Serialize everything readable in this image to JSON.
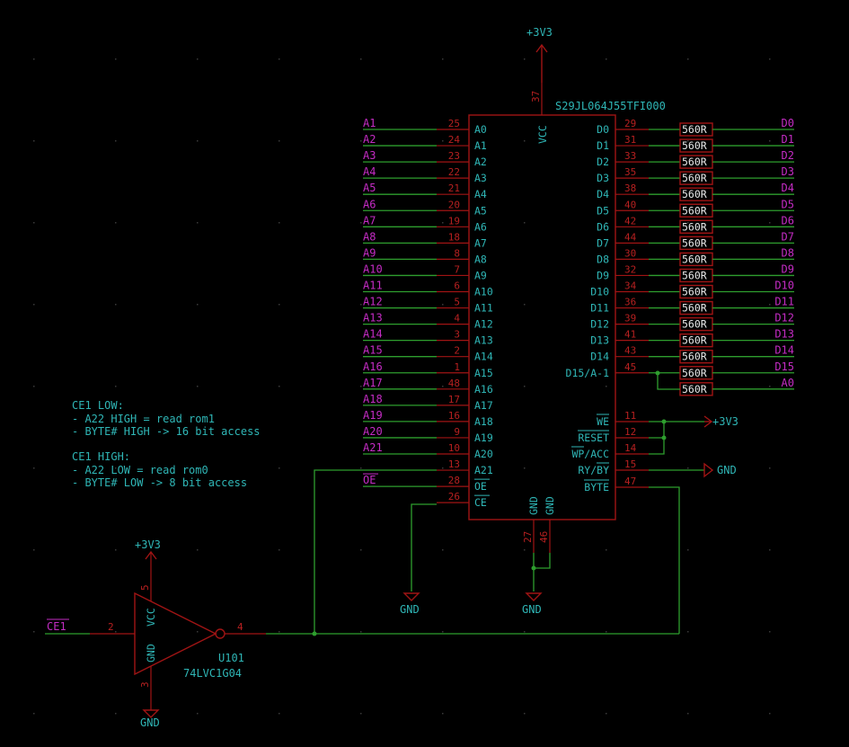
{
  "flash": {
    "ref": "S29JL064J55TFI000",
    "vcc": {
      "pin": "37",
      "name": "VCC"
    },
    "vcc_power": "+3V3",
    "addr_pins": [
      {
        "net": "A1",
        "pin": "25",
        "name": "A0"
      },
      {
        "net": "A2",
        "pin": "24",
        "name": "A1"
      },
      {
        "net": "A3",
        "pin": "23",
        "name": "A2"
      },
      {
        "net": "A4",
        "pin": "22",
        "name": "A3"
      },
      {
        "net": "A5",
        "pin": "21",
        "name": "A4"
      },
      {
        "net": "A6",
        "pin": "20",
        "name": "A5"
      },
      {
        "net": "A7",
        "pin": "19",
        "name": "A6"
      },
      {
        "net": "A8",
        "pin": "18",
        "name": "A7"
      },
      {
        "net": "A9",
        "pin": "8",
        "name": "A8"
      },
      {
        "net": "A10",
        "pin": "7",
        "name": "A9"
      },
      {
        "net": "A11",
        "pin": "6",
        "name": "A10"
      },
      {
        "net": "A12",
        "pin": "5",
        "name": "A11"
      },
      {
        "net": "A13",
        "pin": "4",
        "name": "A12"
      },
      {
        "net": "A14",
        "pin": "3",
        "name": "A13"
      },
      {
        "net": "A15",
        "pin": "2",
        "name": "A14"
      },
      {
        "net": "A16",
        "pin": "1",
        "name": "A15"
      },
      {
        "net": "A17",
        "pin": "48",
        "name": "A16"
      },
      {
        "net": "A18",
        "pin": "17",
        "name": "A17"
      },
      {
        "net": "A19",
        "pin": "16",
        "name": "A18"
      },
      {
        "net": "A20",
        "pin": "9",
        "name": "A19"
      },
      {
        "net": "A21",
        "pin": "10",
        "name": "A20"
      },
      {
        "net": "",
        "pin": "13",
        "name": "A21"
      },
      {
        "net": "OE",
        "pin": "28",
        "name": "OE"
      },
      {
        "net": "",
        "pin": "26",
        "name": "CE"
      }
    ],
    "data_pins": [
      {
        "name": "D0",
        "pin": "29",
        "res": "560R",
        "net": "D0"
      },
      {
        "name": "D1",
        "pin": "31",
        "res": "560R",
        "net": "D1"
      },
      {
        "name": "D2",
        "pin": "33",
        "res": "560R",
        "net": "D2"
      },
      {
        "name": "D3",
        "pin": "35",
        "res": "560R",
        "net": "D3"
      },
      {
        "name": "D4",
        "pin": "38",
        "res": "560R",
        "net": "D4"
      },
      {
        "name": "D5",
        "pin": "40",
        "res": "560R",
        "net": "D5"
      },
      {
        "name": "D6",
        "pin": "42",
        "res": "560R",
        "net": "D6"
      },
      {
        "name": "D7",
        "pin": "44",
        "res": "560R",
        "net": "D7"
      },
      {
        "name": "D8",
        "pin": "30",
        "res": "560R",
        "net": "D8"
      },
      {
        "name": "D9",
        "pin": "32",
        "res": "560R",
        "net": "D9"
      },
      {
        "name": "D10",
        "pin": "34",
        "res": "560R",
        "net": "D10"
      },
      {
        "name": "D11",
        "pin": "36",
        "res": "560R",
        "net": "D11"
      },
      {
        "name": "D12",
        "pin": "39",
        "res": "560R",
        "net": "D12"
      },
      {
        "name": "D13",
        "pin": "41",
        "res": "560R",
        "net": "D13"
      },
      {
        "name": "D14",
        "pin": "43",
        "res": "560R",
        "net": "D14"
      },
      {
        "name": "D15/A-1",
        "pin": "45",
        "res": "560R",
        "net": "D15"
      }
    ],
    "extra_res": {
      "res": "560R",
      "net": "A0"
    },
    "ctrl_pins": [
      {
        "name": "WE",
        "pin": "11"
      },
      {
        "name": "RESET",
        "pin": "12"
      },
      {
        "name": "WP/ACC",
        "pin": "14"
      },
      {
        "name": "RY/BY",
        "pin": "15"
      },
      {
        "name": "BYTE",
        "pin": "47"
      }
    ],
    "ctrl_power": "+3V3",
    "ryby_power": "GND",
    "gnd_pins": [
      {
        "name": "GND",
        "pin": "27"
      },
      {
        "name": "GND",
        "pin": "46"
      }
    ],
    "gnd_power": "GND",
    "ce_gnd": "GND"
  },
  "inverter": {
    "ref": "U101",
    "value": "74LVC1G04",
    "vcc_power": "+3V3",
    "gnd_power": "GND",
    "in_pin": "2",
    "out_pin": "4",
    "vcc_pin": "5",
    "gnd_pin": "3",
    "vcc_name": "VCC",
    "gnd_name": "GND",
    "input_net": "CE1"
  },
  "notes": [
    "CE1 LOW:",
    "- A22 HIGH = read rom1",
    "- BYTE# HIGH -> 16 bit access",
    "",
    "CE1 HIGH:",
    "- A22 LOW = read rom0",
    "- BYTE# LOW -> 8 bit access"
  ],
  "colors": {
    "wire": "#2e9e2e",
    "component": "#a01414",
    "pin_number": "#b62020",
    "pin_name": "#2fb6b6",
    "net_label": "#c42cc4",
    "background": "#000000"
  }
}
